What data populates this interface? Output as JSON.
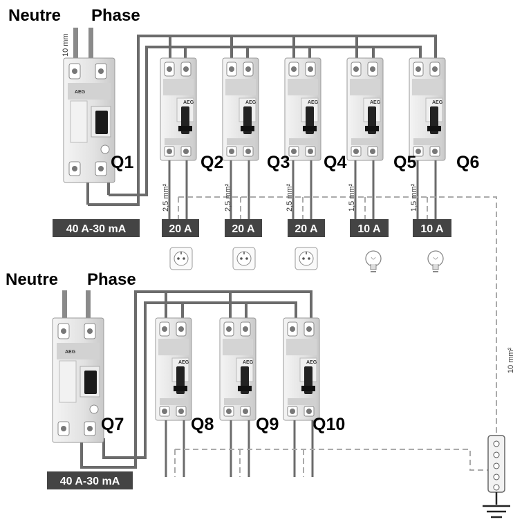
{
  "top_panel": {
    "neutral_label": "Neutre",
    "phase_label": "Phase",
    "main_wire_section": "10 mm",
    "main_breaker": {
      "id": "Q1",
      "rating": "40 A-30 mA",
      "brand": "AEG"
    },
    "breakers": [
      {
        "id": "Q2",
        "rating": "20 A",
        "section": "2,5 mm²",
        "load": "socket-icon",
        "brand": "AEG"
      },
      {
        "id": "Q3",
        "rating": "20 A",
        "section": "2,5 mm²",
        "load": "socket-icon",
        "brand": "AEG"
      },
      {
        "id": "Q4",
        "rating": "20 A",
        "section": "2,5 mm²",
        "load": "socket-icon",
        "brand": "AEG"
      },
      {
        "id": "Q5",
        "rating": "10 A",
        "section": "1,5 mm²",
        "load": "lightbulb-icon",
        "brand": "AEG"
      },
      {
        "id": "Q6",
        "rating": "10 A",
        "section": "1,5 mm²",
        "load": "lightbulb-icon",
        "brand": "AEG"
      }
    ]
  },
  "bottom_panel": {
    "neutral_label": "Neutre",
    "phase_label": "Phase",
    "main_breaker": {
      "id": "Q7",
      "rating": "40 A-30 mA",
      "brand": "AEG"
    },
    "breakers": [
      {
        "id": "Q8",
        "brand": "AEG"
      },
      {
        "id": "Q9",
        "brand": "AEG"
      },
      {
        "id": "Q10",
        "brand": "AEG"
      }
    ]
  },
  "earth": {
    "section": "10 mm²",
    "symbol": "ground-icon"
  },
  "colors": {
    "wire": "#6b6b6b",
    "earth_dash": "#a8a8a8",
    "rating_bg": "#444444",
    "module": "#e4e4e4"
  }
}
